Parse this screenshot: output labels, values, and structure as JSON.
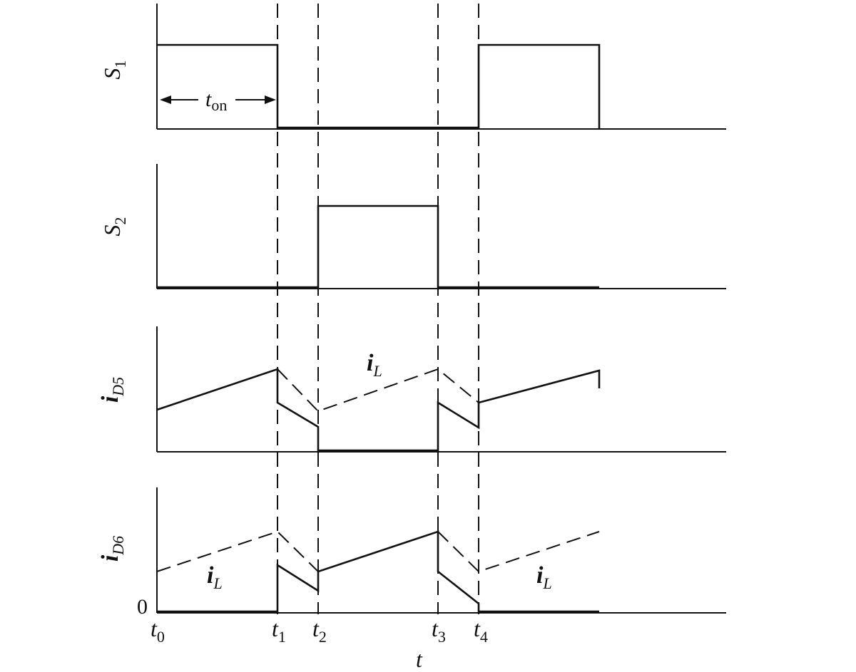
{
  "panels": [
    {
      "id": "s1",
      "label_main": "S",
      "label_sub": "1"
    },
    {
      "id": "s2",
      "label_main": "S",
      "label_sub": "2"
    },
    {
      "id": "id5",
      "label_main": "i",
      "label_sub": "D5"
    },
    {
      "id": "id6",
      "label_main": "i",
      "label_sub": "D6"
    }
  ],
  "annotations": {
    "ton_main": "t",
    "ton_sub": "on",
    "il_main": "i",
    "il_sub": "L",
    "zero": "0"
  },
  "time_axis": {
    "label": "t",
    "ticks": [
      {
        "main": "t",
        "sub": "0"
      },
      {
        "main": "t",
        "sub": "1"
      },
      {
        "main": "t",
        "sub": "2"
      },
      {
        "main": "t",
        "sub": "3"
      },
      {
        "main": "t",
        "sub": "4"
      }
    ]
  },
  "colors": {
    "ink": "#111111",
    "background": "#ffffff"
  }
}
